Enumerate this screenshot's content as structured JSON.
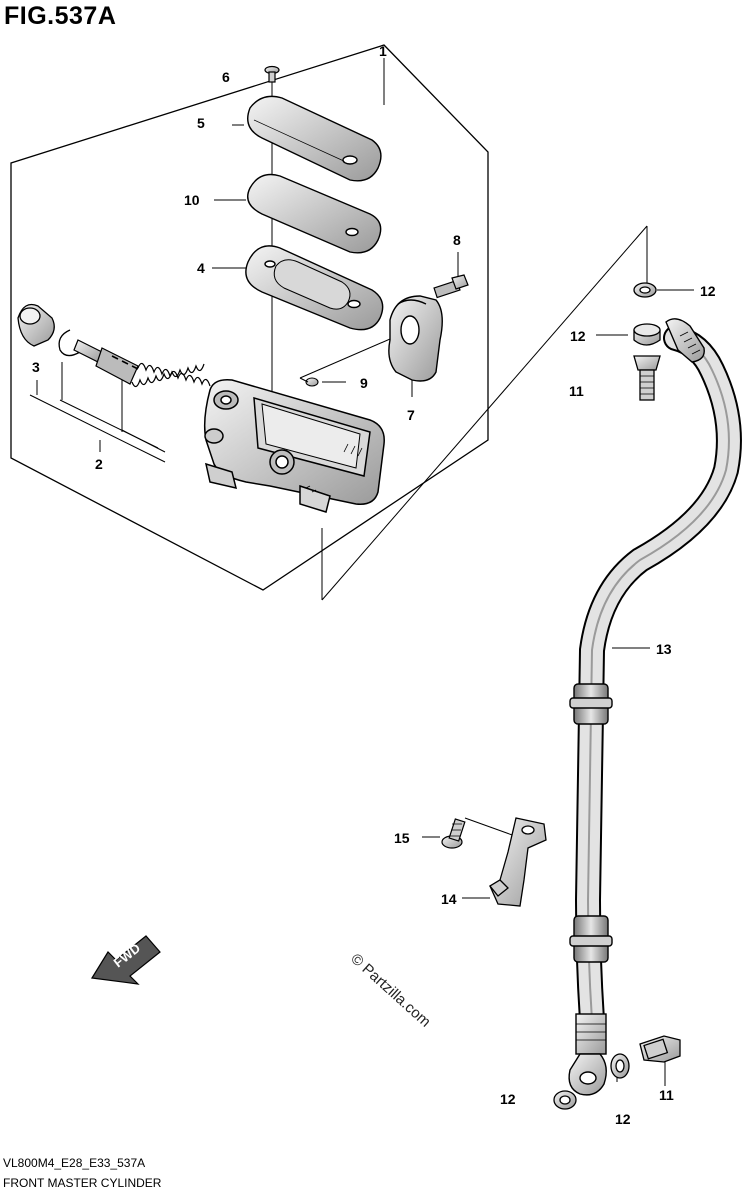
{
  "figure": {
    "title": "FIG.537A",
    "code": "VL800M4_E28_E33_537A",
    "name": "FRONT MASTER CYLINDER"
  },
  "watermark": "© Partzilla.com",
  "fwd_label": "FWD",
  "callouts": {
    "c1": "1",
    "c2": "2",
    "c3": "3",
    "c4": "4",
    "c5": "5",
    "c6": "6",
    "c7": "7",
    "c8": "8",
    "c9": "9",
    "c10": "10",
    "c11a": "11",
    "c11b": "11",
    "c12a": "12",
    "c12b": "12",
    "c12c": "12",
    "c12d": "12",
    "c13": "13",
    "c14": "14",
    "c15": "15"
  }
}
